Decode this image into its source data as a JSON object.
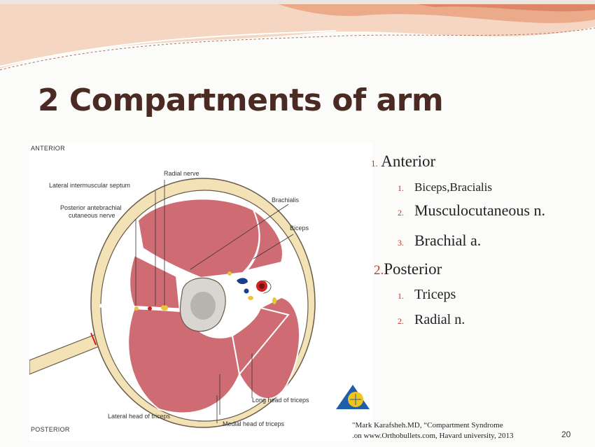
{
  "slide": {
    "title": "2 Compartments of arm",
    "slide_number": "20",
    "citation_line1": "\"Mark Karafsheh.MD, “Compartment Syndrome",
    "citation_line2": ".on www.Orthobullets.com, Havard university, 2013"
  },
  "figure": {
    "orientation_top": "ANTERIOR",
    "orientation_bottom": "POSTERIOR",
    "labels": {
      "radial_nerve": "Radial nerve",
      "lateral_intermuscular_septum": "Lateral intermuscular septum",
      "posterior_antebrachial_1": "Posterior antebrachial",
      "posterior_antebrachial_2": "cutaneous nerve",
      "brachialis": "Brachialis",
      "biceps": "Biceps",
      "long_head_triceps": "Long head of triceps",
      "lateral_head_triceps": "Lateral head of triceps",
      "medial_head_triceps": "Medial head of triceps"
    }
  },
  "outline": [
    {
      "num": "1.",
      "label": "Anterior",
      "items": [
        {
          "num": "1.",
          "label": "Biceps,Bracialis"
        },
        {
          "num": "2.",
          "label": "Musculocutaneous n."
        },
        {
          "num": "3.",
          "label": "Brachial a."
        }
      ]
    },
    {
      "num": "2.",
      "label": "Posterior",
      "items": [
        {
          "num": "1.",
          "label": "Triceps"
        },
        {
          "num": "2.",
          "label": "Radial n."
        }
      ]
    }
  ],
  "colors": {
    "title": "#4a2a22",
    "numbering": "#c0392b",
    "muscle": "#cf6b73",
    "fat": "#f3e2b6",
    "wave": "#e9a27f"
  }
}
